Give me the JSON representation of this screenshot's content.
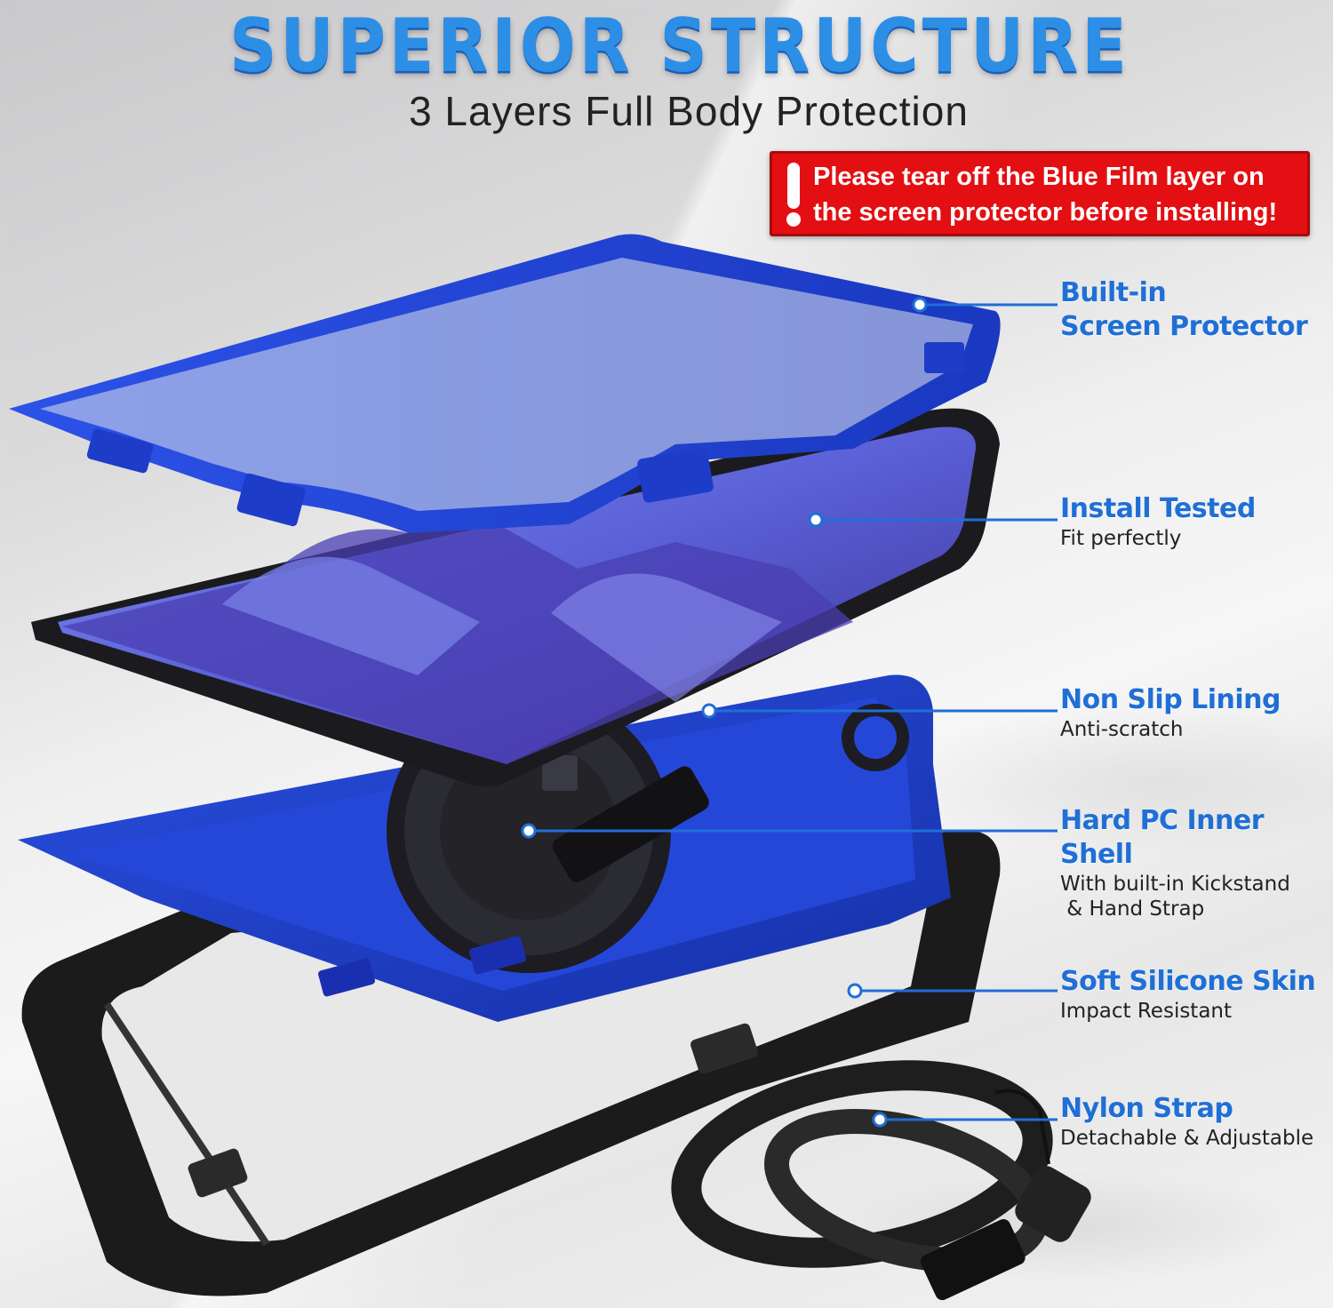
{
  "header": {
    "title": "SUPERIOR STRUCTURE",
    "subtitle": "3 Layers Full Body Protection"
  },
  "warning": {
    "line1": "Please tear off the Blue Film layer on",
    "line2": "the screen protector before installing!"
  },
  "callouts": [
    {
      "title": "Built-in\nScreen Protector",
      "desc": ""
    },
    {
      "title": "Install Tested",
      "desc": "Fit perfectly"
    },
    {
      "title": "Non Slip Lining",
      "desc": "Anti-scratch"
    },
    {
      "title": "Hard PC Inner Shell",
      "desc": "With built-in Kickstand\n & Hand Strap"
    },
    {
      "title": "Soft Silicone Skin",
      "desc": "Impact Resistant"
    },
    {
      "title": "Nylon Strap",
      "desc": "Detachable & Adjustable"
    }
  ],
  "colors": {
    "accent_blue": "#1f6fd6",
    "case_blue": "#1b3fcf",
    "warning_red": "#e30f12",
    "bumper_black": "#1a1a1a"
  }
}
